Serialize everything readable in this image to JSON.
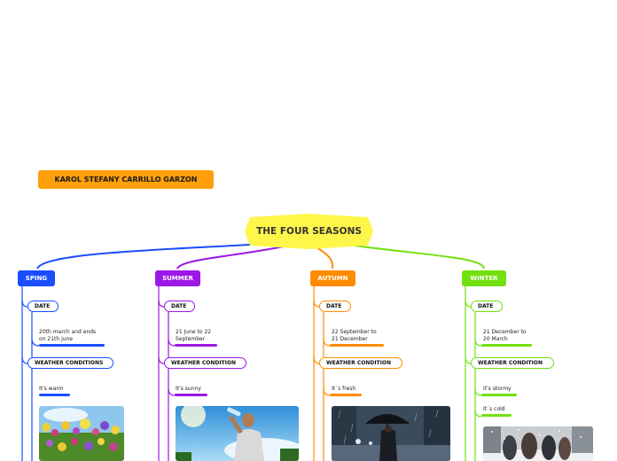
{
  "author": "KAROL STEFANY CARRILLO GARZON",
  "central_topic": "THE FOUR SEASONS",
  "colors": {
    "spring": "#1a4dff",
    "summer": "#9b18e6",
    "autumn": "#ff8c00",
    "winter": "#72e00e",
    "author_bg": "#ff9f0a",
    "central_bg": "#fff64a"
  },
  "seasons": [
    {
      "name": "SPING",
      "date_label": "DATE",
      "date_text": [
        "20th march and ends",
        "on 21th june"
      ],
      "weather_label": "WEATHER CONDITIONS",
      "weather": [
        "It's warm"
      ],
      "image": "flower-field-photo"
    },
    {
      "name": "SUMMER",
      "date_label": "DATE",
      "date_text": [
        "21 June to 22",
        "September"
      ],
      "weather_label": "WEATHER CONDITION",
      "weather": [
        "It's sunny"
      ],
      "image": "man-drinking-water-photo"
    },
    {
      "name": "AUTUMN",
      "date_label": "DATE",
      "date_text": [
        "22 September to",
        "21 December"
      ],
      "weather_label": "WEATHER CONDITION",
      "weather": [
        "It´s fresh"
      ],
      "image": "umbrella-rain-photo"
    },
    {
      "name": "WINTER",
      "date_label": "DATE",
      "date_text": [
        "21 December to",
        "20 March"
      ],
      "weather_label": "WEATHER CONDITION",
      "weather": [
        "it's stormy",
        "It´s cold"
      ],
      "image": "snow-people-photo"
    }
  ]
}
